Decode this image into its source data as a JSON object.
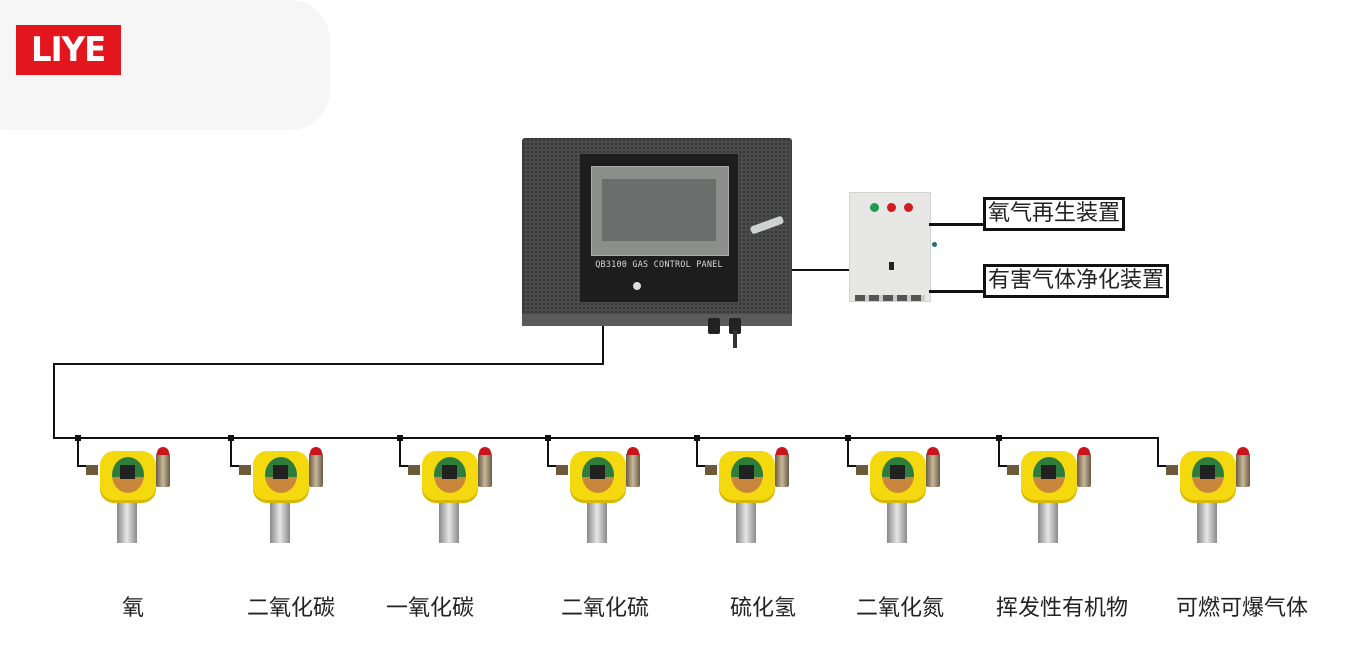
{
  "brand": {
    "logo_text": "LIYE",
    "logo_color": "#e3161d"
  },
  "controller": {
    "panel_title": "QB3100 GAS CONTROL PANEL"
  },
  "linkage_box": {
    "indicators": [
      {
        "color": "#1e9e4a"
      },
      {
        "color": "#d21a20"
      },
      {
        "color": "#d21a20"
      }
    ]
  },
  "outputs": [
    {
      "label": "氧气再生装置"
    },
    {
      "label": "有害气体净化装置"
    }
  ],
  "detectors": [
    {
      "gas": "氧"
    },
    {
      "gas": "二氧化碳"
    },
    {
      "gas": "一氧化碳"
    },
    {
      "gas": "二氧化硫"
    },
    {
      "gas": "硫化氢"
    },
    {
      "gas": "二氧化氮"
    },
    {
      "gas": "挥发性有机物"
    },
    {
      "gas": "可燃可爆气体"
    }
  ]
}
